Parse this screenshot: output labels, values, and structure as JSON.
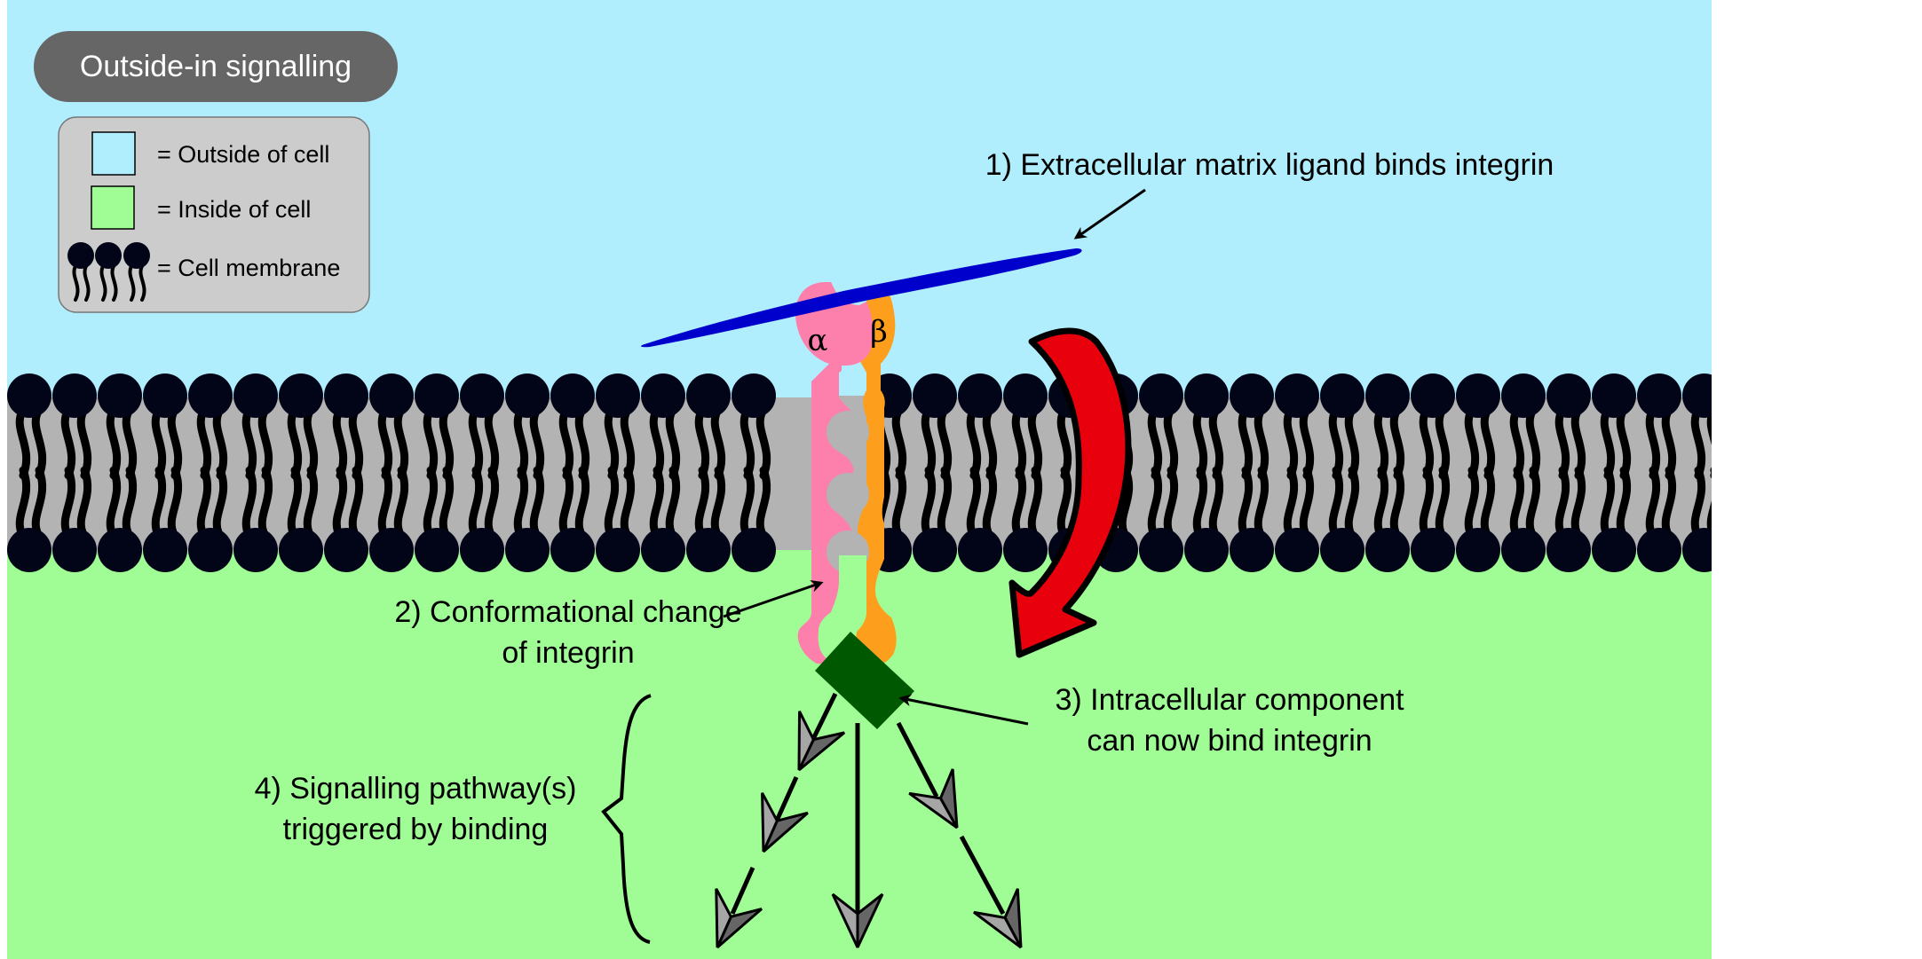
{
  "title": "Outside-in signalling",
  "legend": {
    "items": [
      {
        "swatch": "outside",
        "label": "= Outside of cell"
      },
      {
        "swatch": "inside",
        "label": "= Inside of cell"
      },
      {
        "swatch": "membrane",
        "label": "= Cell membrane"
      }
    ]
  },
  "integrin": {
    "alpha_label": "α",
    "beta_label": "β"
  },
  "steps": [
    {
      "id": 1,
      "lines": [
        "1) Extracellular matrix ligand binds integrin"
      ]
    },
    {
      "id": 2,
      "lines": [
        "2) Conformational change",
        "of integrin"
      ]
    },
    {
      "id": 3,
      "lines": [
        "3) Intracellular component",
        "can now bind integrin"
      ]
    },
    {
      "id": 4,
      "lines": [
        "4) Signalling pathway(s)",
        "triggered by binding"
      ]
    }
  ],
  "colors": {
    "outside": "#b0eefe",
    "inside": "#a0fd95",
    "membrane_core": "#b3b3b3",
    "lipid_head": "#020417",
    "title_bg": "#666666",
    "legend_bg": "#cccccc",
    "alpha_subunit": "#fd80ac",
    "beta_subunit": "#fd9f1d",
    "ligand": "#0000cc",
    "intracellular_component": "#005800",
    "red_arrow": "#e8000c",
    "pathway_arrowhead_dark": "#666666",
    "pathway_arrowhead_light": "#a6a6a6"
  }
}
